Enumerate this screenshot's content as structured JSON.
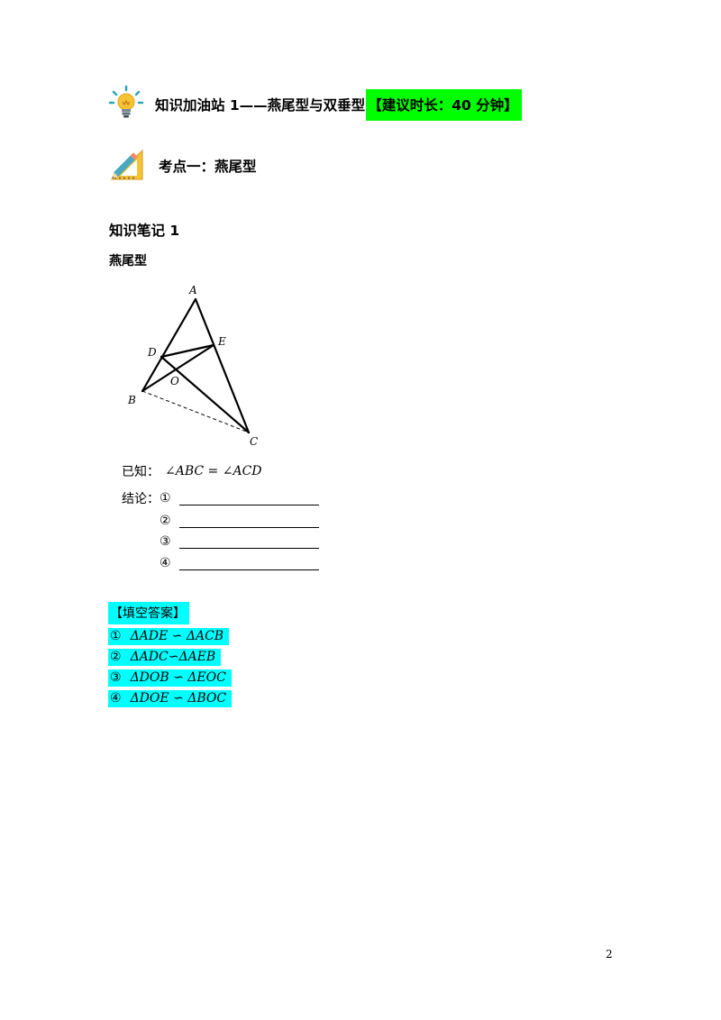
{
  "section": {
    "title": "知识加油站 1——燕尾型与双垂型",
    "duration_tag": "【建议时长：40 分钟】"
  },
  "kaodian": {
    "title": "考点一：燕尾型"
  },
  "notes": {
    "title": "知识笔记 1",
    "subtitle": "燕尾型"
  },
  "figure": {
    "points": {
      "A": "A",
      "B": "B",
      "C": "C",
      "D": "D",
      "E": "E",
      "O": "O"
    }
  },
  "given": {
    "label": "已知：",
    "expr": "∠ABC = ∠ACD"
  },
  "conclusion": {
    "label": "结论：",
    "items": [
      "①",
      "②",
      "③",
      "④"
    ]
  },
  "answers": {
    "heading": "【填空答案】",
    "items": [
      {
        "num": "①",
        "expr": "ΔADE ∽ ΔACB"
      },
      {
        "num": "②",
        "expr": "ΔADC∽ΔAEB"
      },
      {
        "num": "③",
        "expr": "ΔDOB ∽ ΔEOC"
      },
      {
        "num": "④",
        "expr": "ΔDOE ∽ ΔBOC"
      }
    ]
  },
  "page_number": "2",
  "colors": {
    "title_highlight": "#00ff00",
    "answer_highlight": "#00ffff"
  },
  "icons": [
    "lightbulb-icon",
    "ruler-pencil-icon"
  ]
}
